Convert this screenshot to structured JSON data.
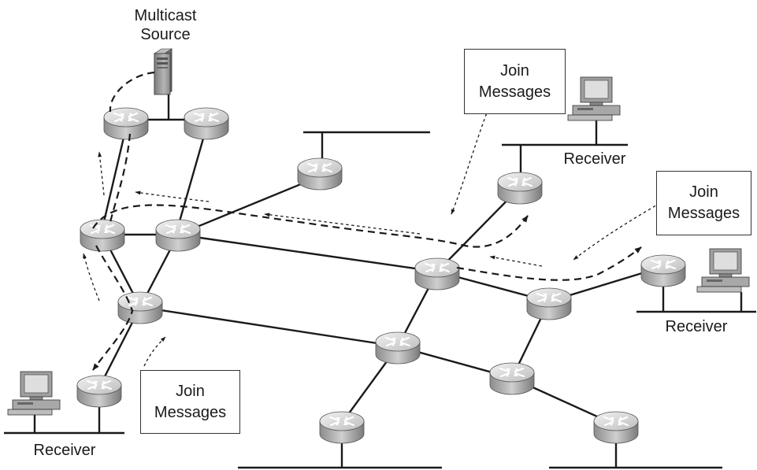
{
  "source": {
    "label_line1": "Multicast",
    "label_line2": "Source"
  },
  "callouts": [
    {
      "id": "top",
      "line1": "Join",
      "line2": "Messages"
    },
    {
      "id": "right",
      "line1": "Join",
      "line2": "Messages"
    },
    {
      "id": "bottom",
      "line1": "Join",
      "line2": "Messages"
    }
  ],
  "receivers": [
    {
      "id": "top-right",
      "label": "Receiver"
    },
    {
      "id": "right",
      "label": "Receiver"
    },
    {
      "id": "bottom-left",
      "label": "Receiver"
    }
  ],
  "colors": {
    "line": "#1a1a1a",
    "router_body": "#b9b9b9",
    "router_top": "#e6e6e6"
  }
}
